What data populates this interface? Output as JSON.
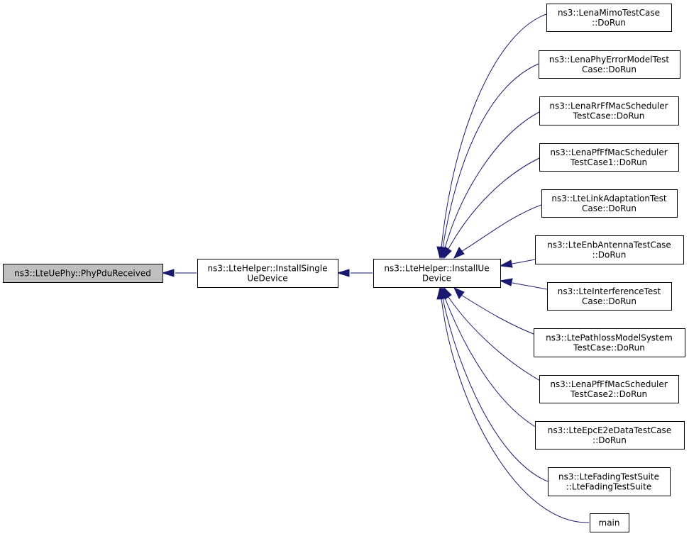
{
  "graph": {
    "colors": {
      "edge": "#191970",
      "node_border": "#000000",
      "root_fill": "#bfbfbf",
      "node_fill": "#ffffff"
    },
    "nodes": [
      {
        "id": "root",
        "lines": [
          "ns3::LteUePhy::PhyPduReceived"
        ],
        "highlight": true
      },
      {
        "id": "install-single",
        "lines": [
          "ns3::LteHelper::InstallSingle",
          "UeDevice"
        ]
      },
      {
        "id": "install-ue",
        "lines": [
          "ns3::LteHelper::InstallUe",
          "Device"
        ]
      },
      {
        "id": "mimo",
        "lines": [
          "ns3::LenaMimoTestCase",
          "::DoRun"
        ]
      },
      {
        "id": "phy-error",
        "lines": [
          "ns3::LenaPhyErrorModelTest",
          "Case::DoRun"
        ]
      },
      {
        "id": "rr-ff",
        "lines": [
          "ns3::LenaRrFfMacScheduler",
          "TestCase::DoRun"
        ]
      },
      {
        "id": "pf-ff-1",
        "lines": [
          "ns3::LenaPfFfMacScheduler",
          "TestCase1::DoRun"
        ]
      },
      {
        "id": "link-adapt",
        "lines": [
          "ns3::LteLinkAdaptationTest",
          "Case::DoRun"
        ]
      },
      {
        "id": "enb-antenna",
        "lines": [
          "ns3::LteEnbAntennaTestCase",
          "::DoRun"
        ]
      },
      {
        "id": "interference",
        "lines": [
          "ns3::LteInterferenceTest",
          "Case::DoRun"
        ]
      },
      {
        "id": "pathloss",
        "lines": [
          "ns3::LtePathlossModelSystem",
          "TestCase::DoRun"
        ]
      },
      {
        "id": "pf-ff-2",
        "lines": [
          "ns3::LenaPfFfMacScheduler",
          "TestCase2::DoRun"
        ]
      },
      {
        "id": "epc-e2e",
        "lines": [
          "ns3::LteEpcE2eDataTestCase",
          "::DoRun"
        ]
      },
      {
        "id": "fading",
        "lines": [
          "ns3::LteFadingTestSuite",
          "::LteFadingTestSuite"
        ]
      },
      {
        "id": "main",
        "lines": [
          "main"
        ]
      }
    ],
    "edges": [
      {
        "from": "install-single",
        "to": "root"
      },
      {
        "from": "install-ue",
        "to": "install-single"
      },
      {
        "from": "mimo",
        "to": "install-ue"
      },
      {
        "from": "phy-error",
        "to": "install-ue"
      },
      {
        "from": "rr-ff",
        "to": "install-ue"
      },
      {
        "from": "pf-ff-1",
        "to": "install-ue"
      },
      {
        "from": "link-adapt",
        "to": "install-ue"
      },
      {
        "from": "enb-antenna",
        "to": "install-ue"
      },
      {
        "from": "interference",
        "to": "install-ue"
      },
      {
        "from": "pathloss",
        "to": "install-ue"
      },
      {
        "from": "pf-ff-2",
        "to": "install-ue"
      },
      {
        "from": "epc-e2e",
        "to": "install-ue"
      },
      {
        "from": "fading",
        "to": "install-ue"
      },
      {
        "from": "main",
        "to": "install-ue"
      }
    ]
  }
}
